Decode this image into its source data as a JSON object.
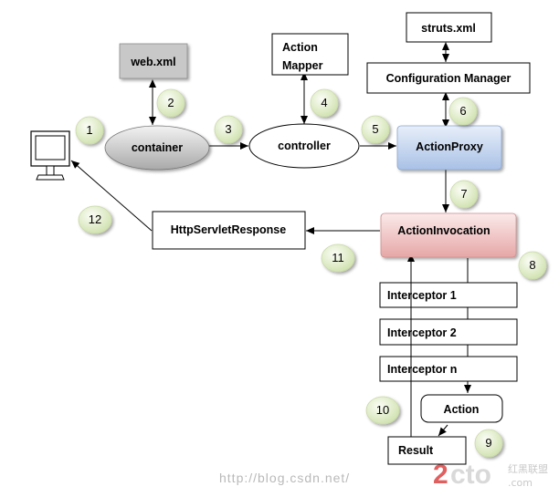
{
  "nodes": {
    "web_xml": "web.xml",
    "struts_xml": "struts.xml",
    "action_mapper_line1": "Action",
    "action_mapper_line2": "Mapper",
    "configuration_manager": "Configuration Manager",
    "container": "container",
    "controller": "controller",
    "action_proxy": "ActionProxy",
    "http_servlet_response": "HttpServletResponse",
    "action_invocation": "ActionInvocation",
    "interceptor_1": "Interceptor 1",
    "interceptor_2": "Interceptor 2",
    "interceptor_n": "Interceptor n",
    "action": "Action",
    "result": "Result"
  },
  "steps": [
    "1",
    "2",
    "3",
    "4",
    "5",
    "6",
    "7",
    "8",
    "9",
    "10",
    "11",
    "12"
  ],
  "watermark": {
    "url": "http://blog.csdn.net/",
    "logo_2": "2",
    "logo_rest": "cto",
    "logo_com": ".com",
    "logo_cn": "红黑联盟"
  },
  "colors": {
    "web_xml_fill": "#c8c8c8",
    "container_light": "#f2f2f2",
    "container_dark": "#a9a9a9",
    "action_proxy_light": "#e7eef9",
    "action_proxy_dark": "#a9c1e6",
    "action_invocation_light": "#fbeaea",
    "action_invocation_dark": "#e6a6a6",
    "step_light": "#f1f7e4",
    "step_dark": "#cfe1ad"
  },
  "icons": {
    "client": "computer-monitor-icon"
  }
}
